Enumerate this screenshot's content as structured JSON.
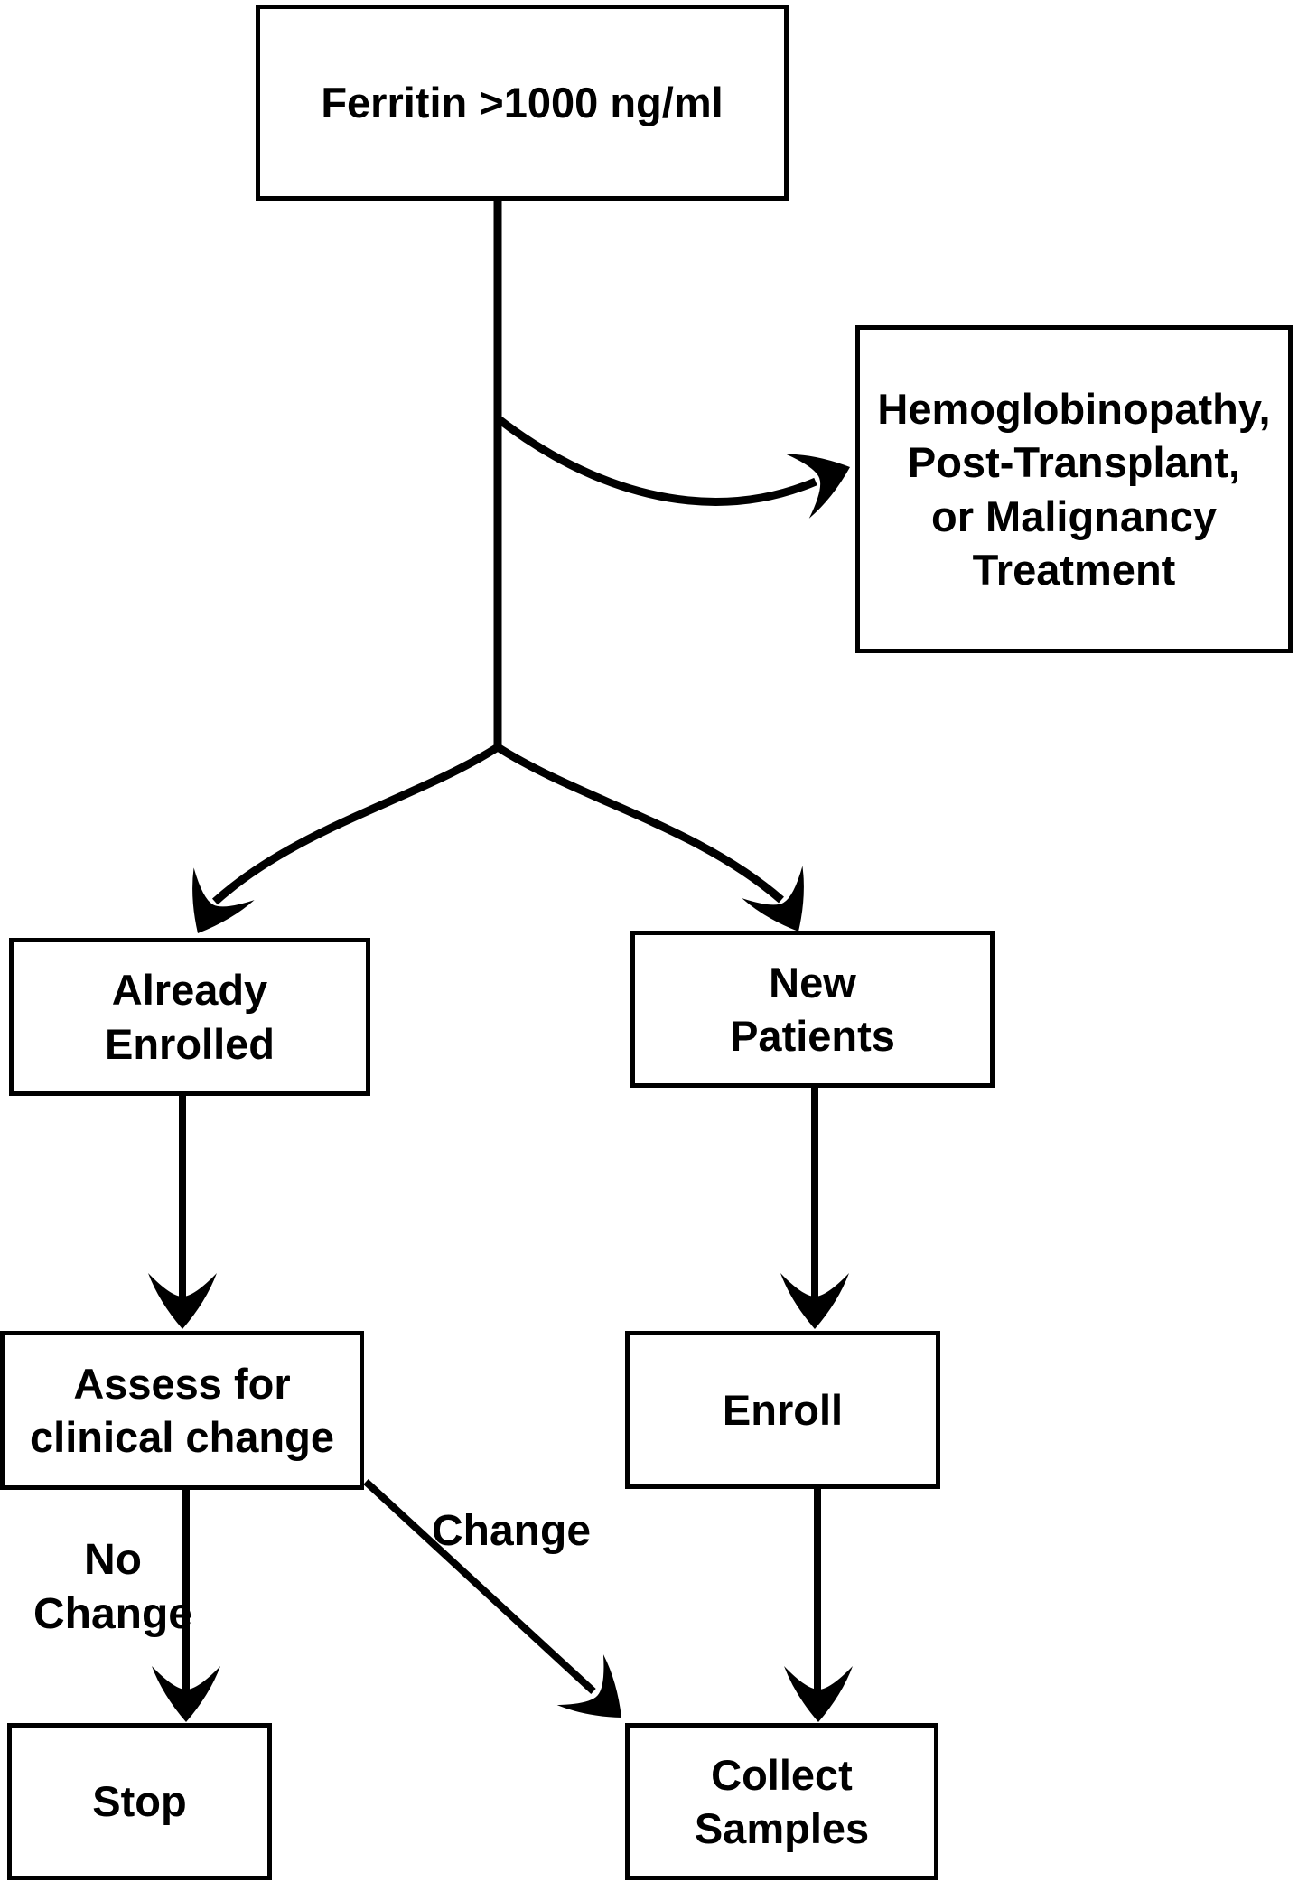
{
  "diagram": {
    "title": "Ferritin screening and enrollment flowchart",
    "colors": {
      "stroke": "#000000",
      "node_fill": "#ffffff",
      "background": "#ffffff"
    },
    "nodes": {
      "ferritin": {
        "label": "Ferritin >1000 ng/ml"
      },
      "exclusion": {
        "label": "Hemoglobinopathy,\nPost-Transplant,\nor Malignancy\nTreatment"
      },
      "already_enrolled": {
        "label": "Already\nEnrolled"
      },
      "new_patients": {
        "label": "New\nPatients"
      },
      "assess": {
        "label": "Assess for\nclinical change"
      },
      "enroll": {
        "label": "Enroll"
      },
      "stop": {
        "label": "Stop"
      },
      "collect": {
        "label": "Collect\nSamples"
      }
    },
    "edge_labels": {
      "no_change": "No\nChange",
      "change": "Change"
    },
    "edges": [
      {
        "from": "ferritin",
        "to": "exclusion"
      },
      {
        "from": "ferritin",
        "to": "already_enrolled"
      },
      {
        "from": "ferritin",
        "to": "new_patients"
      },
      {
        "from": "already_enrolled",
        "to": "assess"
      },
      {
        "from": "new_patients",
        "to": "enroll"
      },
      {
        "from": "assess",
        "to": "stop",
        "label": "No Change"
      },
      {
        "from": "assess",
        "to": "collect",
        "label": "Change"
      },
      {
        "from": "enroll",
        "to": "collect"
      }
    ]
  }
}
